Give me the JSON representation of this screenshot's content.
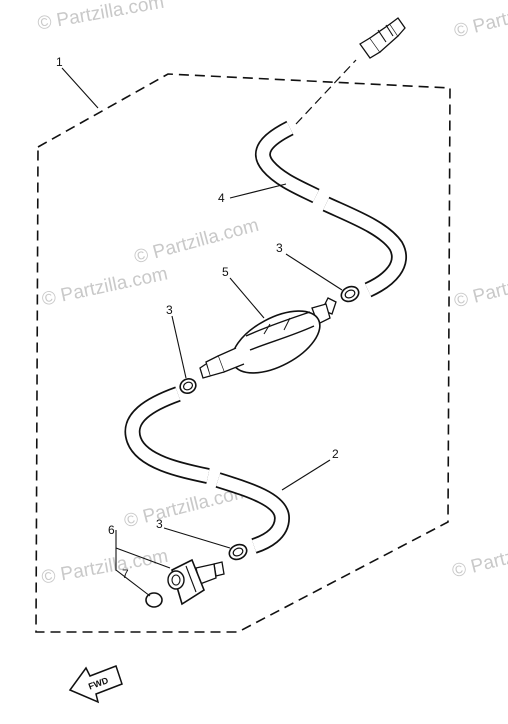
{
  "watermarks": {
    "top_left": "© Partzilla.com",
    "top_right": "© Partzilla.com",
    "mid_center": "© Partzilla.com",
    "mid_left": "© Partzilla.com",
    "mid_right": "© Partzilla.com",
    "low_center": "© Partzilla.com",
    "low_left": "© Partzilla.com",
    "low_right": "© Partzilla.com"
  },
  "callouts": {
    "assembly": "1",
    "hose_lower": "2",
    "clip_upper": "3",
    "clip_middle": "3",
    "clip_lower": "3",
    "hose_upper": "4",
    "primer_bulb": "5",
    "connector": "6",
    "o_ring": "7"
  },
  "fwd_label": "FWD",
  "colors": {
    "line": "#111111",
    "watermark": "#c9c9c9",
    "background": "#ffffff"
  }
}
